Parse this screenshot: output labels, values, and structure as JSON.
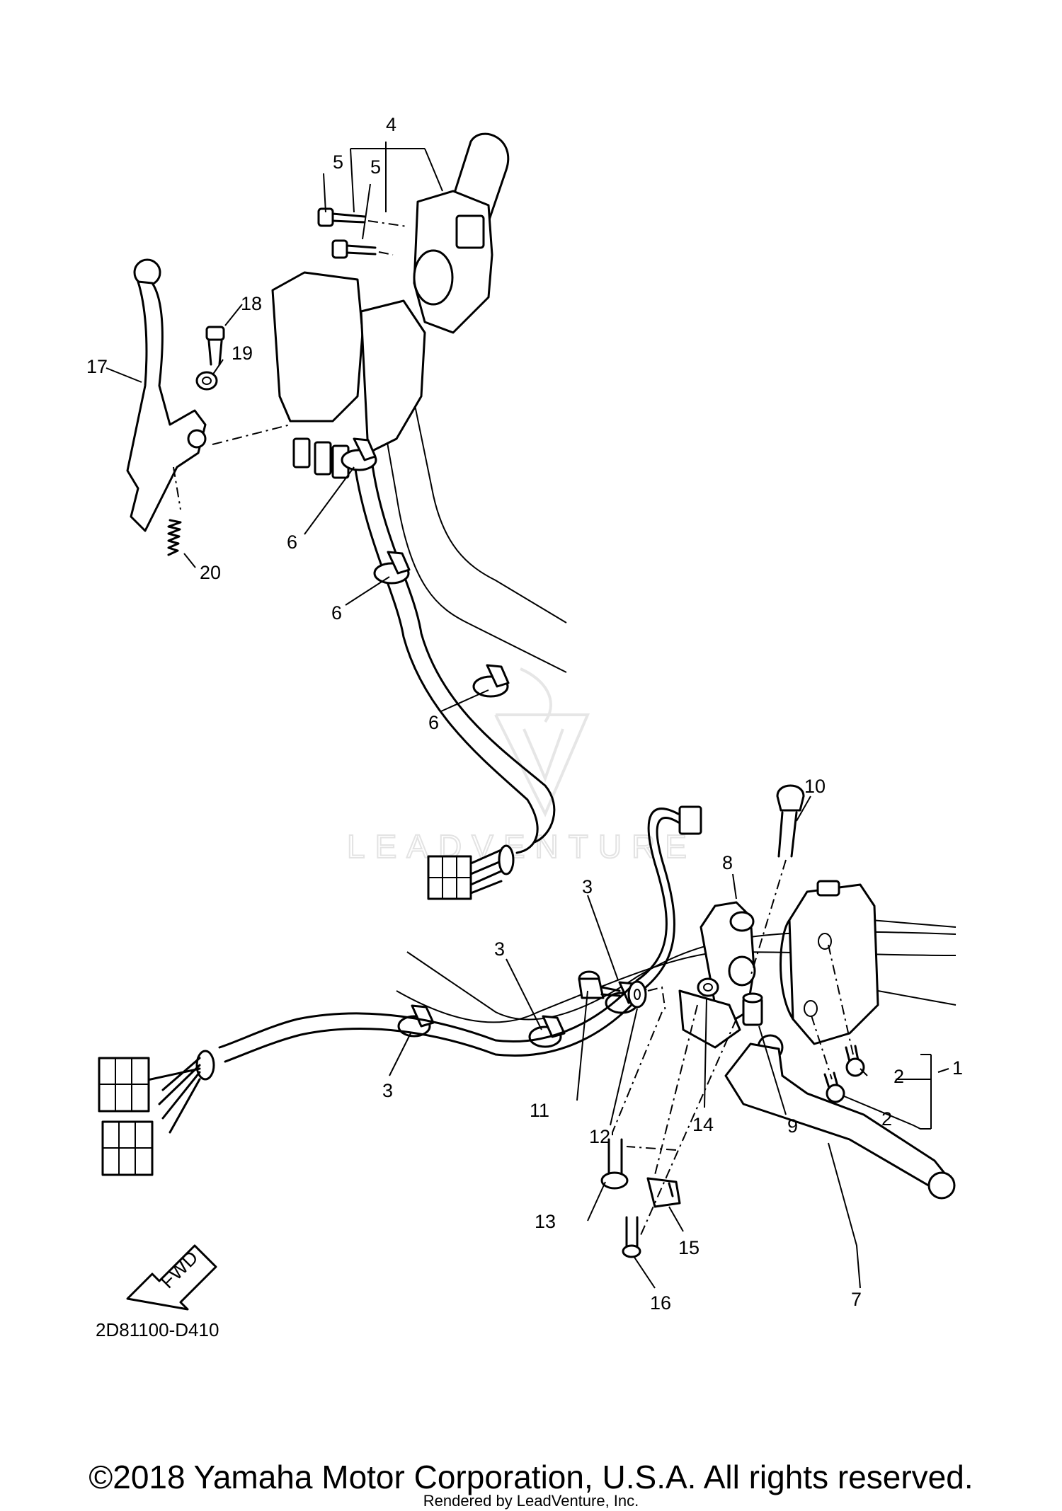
{
  "diagram": {
    "code": "2D81100-D410",
    "fwd_label": "FWD",
    "watermark": "LEADVENTURE",
    "callouts": [
      {
        "id": "c1",
        "text": "1"
      },
      {
        "id": "c2a",
        "text": "2"
      },
      {
        "id": "c2b",
        "text": "2"
      },
      {
        "id": "c3a",
        "text": "3"
      },
      {
        "id": "c3b",
        "text": "3"
      },
      {
        "id": "c3c",
        "text": "3"
      },
      {
        "id": "c4",
        "text": "4"
      },
      {
        "id": "c5a",
        "text": "5"
      },
      {
        "id": "c5b",
        "text": "5"
      },
      {
        "id": "c6a",
        "text": "6"
      },
      {
        "id": "c6b",
        "text": "6"
      },
      {
        "id": "c6c",
        "text": "6"
      },
      {
        "id": "c7",
        "text": "7"
      },
      {
        "id": "c8",
        "text": "8"
      },
      {
        "id": "c9",
        "text": "9"
      },
      {
        "id": "c10",
        "text": "10"
      },
      {
        "id": "c11",
        "text": "11"
      },
      {
        "id": "c12",
        "text": "12"
      },
      {
        "id": "c13",
        "text": "13"
      },
      {
        "id": "c14",
        "text": "14"
      },
      {
        "id": "c15",
        "text": "15"
      },
      {
        "id": "c16",
        "text": "16"
      },
      {
        "id": "c17",
        "text": "17"
      },
      {
        "id": "c18",
        "text": "18"
      },
      {
        "id": "c19",
        "text": "19"
      },
      {
        "id": "c20",
        "text": "20"
      }
    ]
  },
  "footer": {
    "copyright": "©2018 Yamaha Motor Corporation, U.S.A. All rights reserved.",
    "rendered_by": "Rendered by LeadVenture, Inc."
  }
}
